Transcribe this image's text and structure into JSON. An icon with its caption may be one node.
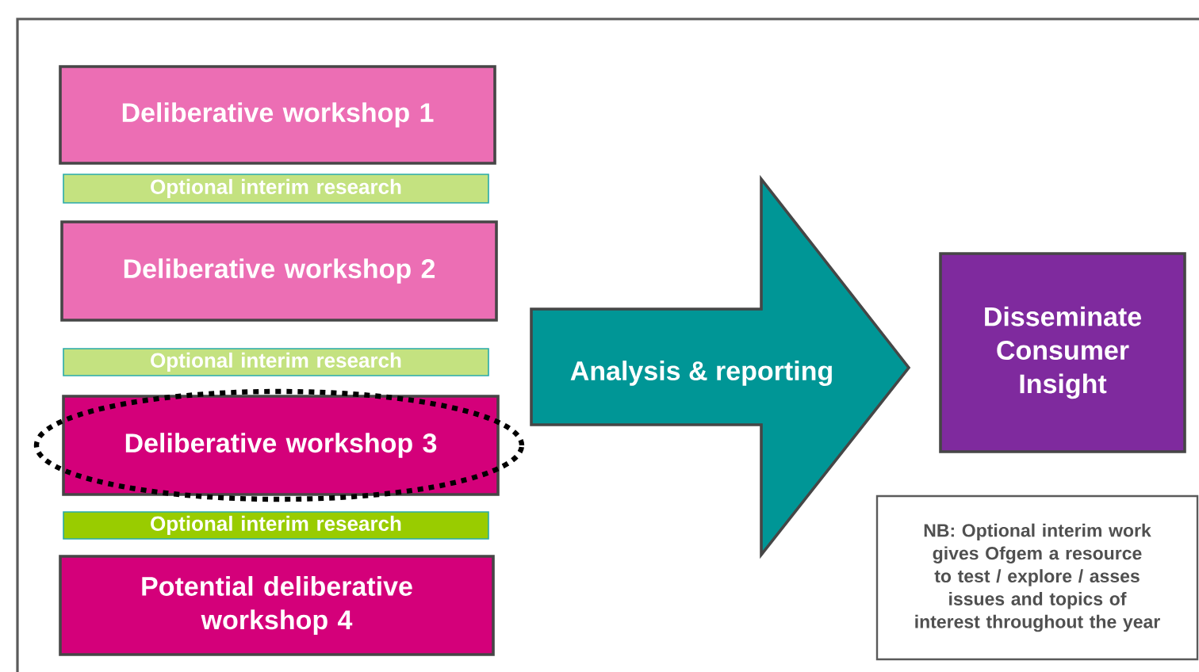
{
  "diagram": {
    "nodes": [
      {
        "text": [
          "Deliberative workshop 1"
        ]
      },
      {
        "text": [
          "Optional interim research"
        ]
      },
      {
        "text": [
          "Deliberative workshop 2"
        ]
      },
      {
        "text": [
          "Optional interim research"
        ]
      },
      {
        "text": [
          "Deliberative workshop 3"
        ]
      },
      {
        "text": [
          "Optional interim research"
        ]
      },
      {
        "text": [
          "Potential deliberative workshop 4"
        ]
      },
      {
        "text": [
          "Analysis & reporting"
        ]
      },
      {
        "text": [
          "Disseminate Consumer Insight"
        ]
      },
      {
        "text": [
          "NB: Optional interim work gives Ofgem a resource to test / explore / asses issues and topics of interest throughout the year"
        ]
      }
    ]
  }
}
